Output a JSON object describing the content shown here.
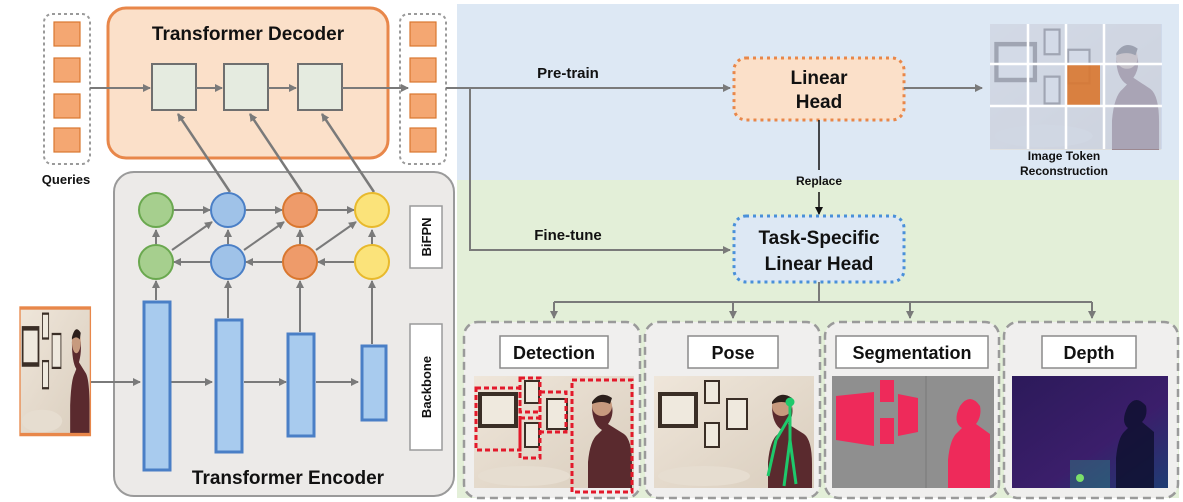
{
  "decoder": {
    "title": "Transformer Decoder"
  },
  "encoder": {
    "title": "Transformer Encoder"
  },
  "queries": {
    "label": "Queries"
  },
  "bifpn": {
    "label": "BiFPN"
  },
  "backbone": {
    "label": "Backbone"
  },
  "pretrain": {
    "label": "Pre-train"
  },
  "finetune": {
    "label": "Fine-tune"
  },
  "linear_head": {
    "line1": "Linear",
    "line2": "Head"
  },
  "replace": {
    "label": "Replace"
  },
  "task_head": {
    "line1": "Task-Specific",
    "line2": "Linear Head"
  },
  "reconstruction": {
    "line1": "Image Token",
    "line2": "Reconstruction"
  },
  "tasks": [
    {
      "label": "Detection"
    },
    {
      "label": "Pose"
    },
    {
      "label": "Segmentation"
    },
    {
      "label": "Depth"
    }
  ],
  "colors": {
    "pretrain_bg": "#dde8f4",
    "finetune_bg": "#e3efd8",
    "decoder_fill": "#fbe0c9",
    "decoder_stroke": "#e8874a",
    "encoder_fill": "#eceae8",
    "query_fill": "#f4a772",
    "backbone_fill": "#a8cbee",
    "backbone_stroke": "#4a7fc6",
    "green_node": "#a6cf8e",
    "blue_node": "#9fc2e8",
    "orange_node": "#ee9b6a",
    "yellow_node": "#fbe37a",
    "highlight_patch": "#d9772f",
    "seg_red": "#ee2a5a"
  }
}
